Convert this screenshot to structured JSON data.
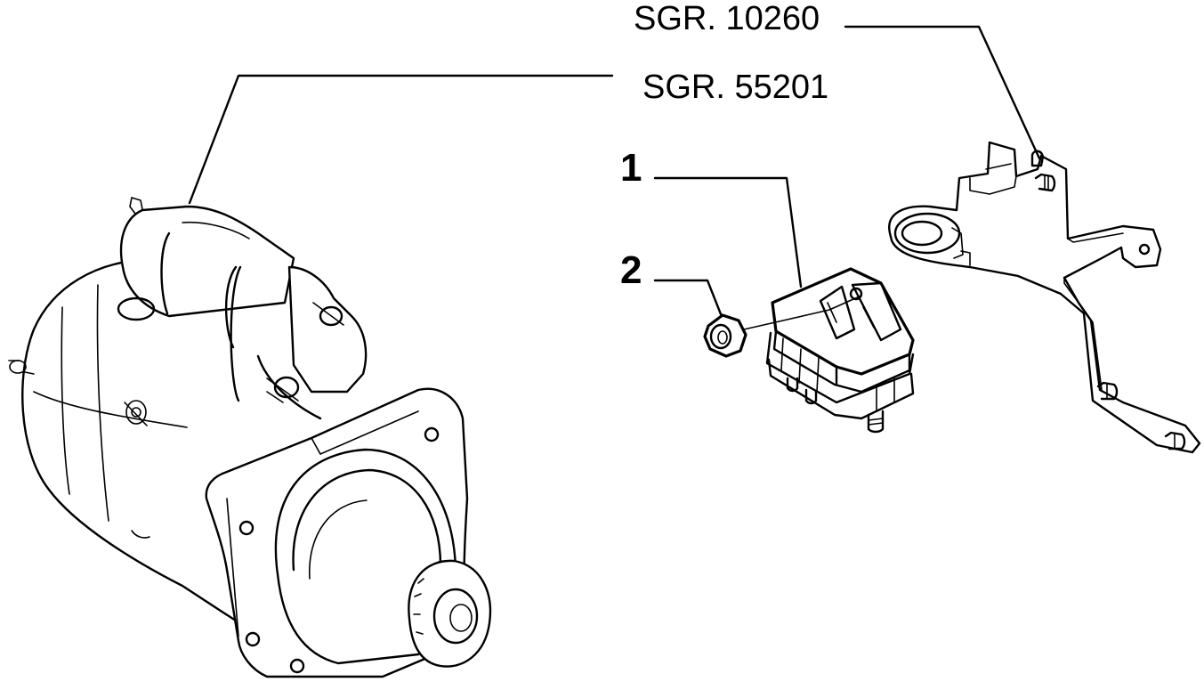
{
  "labels": {
    "ref_a": "SGR. 10260",
    "ref_b": "SGR. 55201",
    "callout_1": "1",
    "callout_2": "2"
  },
  "colors": {
    "line": "#000000",
    "background": "#ffffff"
  }
}
